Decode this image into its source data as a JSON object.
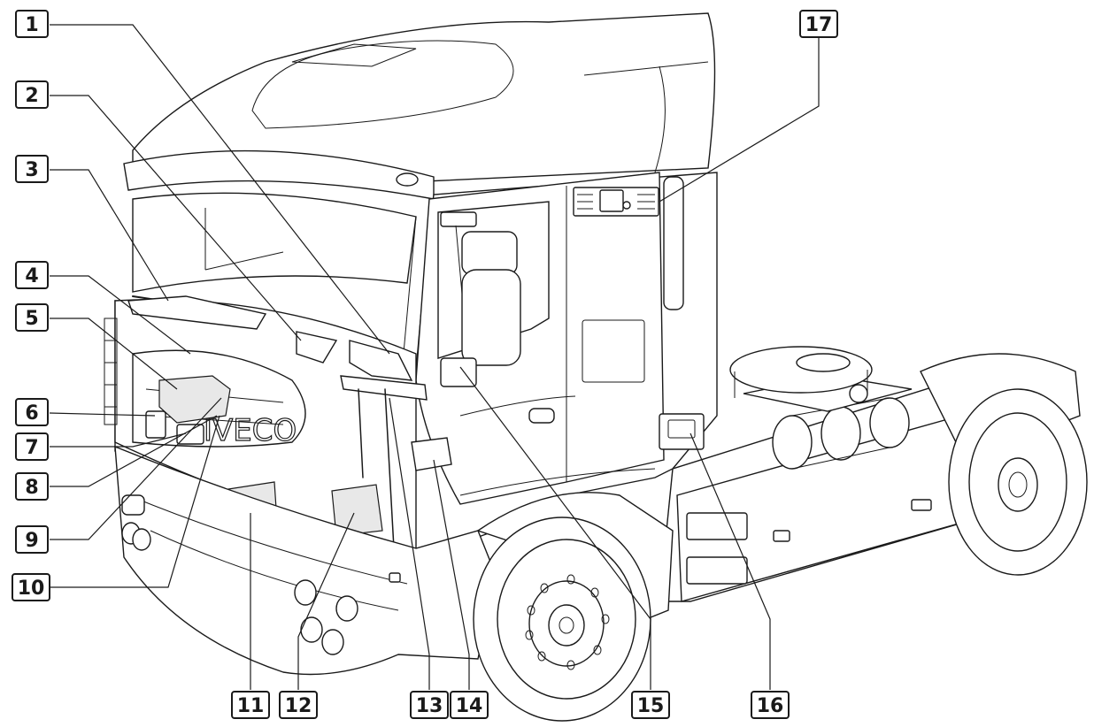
{
  "diagram": {
    "callouts": [
      {
        "id": "c1",
        "label": "1"
      },
      {
        "id": "c2",
        "label": "2"
      },
      {
        "id": "c3",
        "label": "3"
      },
      {
        "id": "c4",
        "label": "4"
      },
      {
        "id": "c5",
        "label": "5"
      },
      {
        "id": "c6",
        "label": "6"
      },
      {
        "id": "c7",
        "label": "7"
      },
      {
        "id": "c8",
        "label": "8"
      },
      {
        "id": "c9",
        "label": "9"
      },
      {
        "id": "c10",
        "label": "10"
      },
      {
        "id": "c11",
        "label": "11"
      },
      {
        "id": "c12",
        "label": "12"
      },
      {
        "id": "c13",
        "label": "13"
      },
      {
        "id": "c14",
        "label": "14"
      },
      {
        "id": "c15",
        "label": "15"
      },
      {
        "id": "c16",
        "label": "16"
      },
      {
        "id": "c17",
        "label": "17"
      }
    ],
    "grille_logo": "IVECO",
    "colors": {
      "ink": "#1a1a1a",
      "background": "#ffffff",
      "shade": "#e8e8e8"
    }
  }
}
